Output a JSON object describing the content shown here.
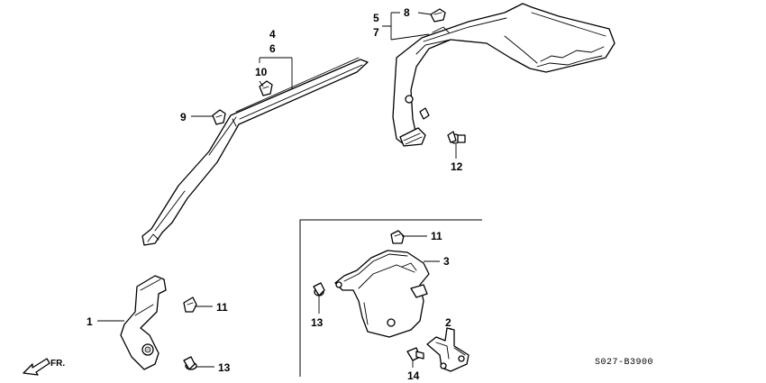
{
  "diagram_code": "S027-B3900",
  "front_arrow_label": "FR.",
  "callouts": {
    "c1": "1",
    "c2": "2",
    "c3": "3",
    "c4": "4",
    "c5": "5",
    "c6": "6",
    "c7": "7",
    "c8": "8",
    "c9": "9",
    "c10": "10",
    "c11a": "11",
    "c11b": "11",
    "c12": "12",
    "c13a": "13",
    "c13b": "13",
    "c14": "14"
  },
  "colors": {
    "line": "#000000",
    "shade": "#c9c9c9",
    "background": "#ffffff"
  }
}
